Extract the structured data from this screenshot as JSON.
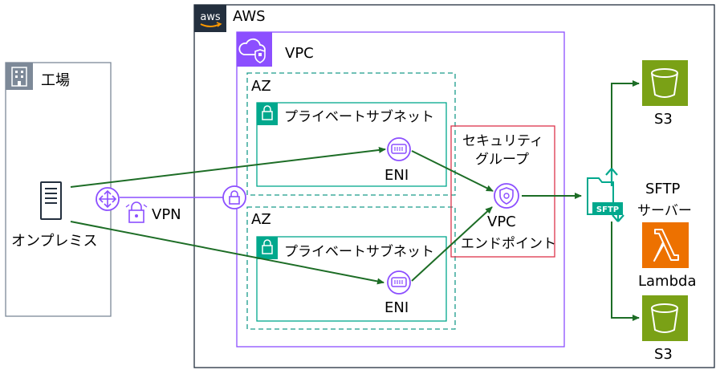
{
  "factory": {
    "label": "工場",
    "server_label": "オンプレミス"
  },
  "aws": {
    "label": "AWS",
    "logo_text": "aws"
  },
  "vpc": {
    "label": "VPC"
  },
  "az_top": {
    "label": "AZ",
    "subnet_label": "プライベートサブネット",
    "eni_label": "ENI"
  },
  "az_bottom": {
    "label": "AZ",
    "subnet_label": "プライベートサブネット",
    "eni_label": "ENI"
  },
  "vpn": {
    "label": "VPN"
  },
  "security_group": {
    "label_line1": "セキュリティ",
    "label_line2": "グループ"
  },
  "vpc_endpoint": {
    "label_line1": "VPC",
    "label_line2": "エンドポイント"
  },
  "sftp": {
    "label_line1": "SFTP",
    "label_line2": "サーバー",
    "icon_text": "SFTP"
  },
  "s3_top": {
    "label": "S3"
  },
  "lambda": {
    "label": "Lambda"
  },
  "s3_bottom": {
    "label": "S3"
  },
  "colors": {
    "vpc_purple": "#8c4fff",
    "subnet_teal": "#01a88d",
    "security_red": "#dd344c",
    "arrow_green": "#1d6d26",
    "s3_green": "#7aa116",
    "lambda_orange": "#ed7100",
    "factory_slate": "#7d8998",
    "aws_dark": "#232f3e"
  }
}
